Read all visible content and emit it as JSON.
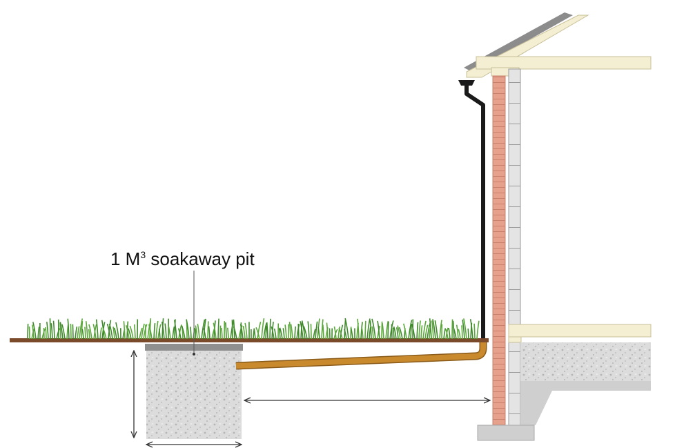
{
  "labels": {
    "pit_prefix": "1 M",
    "pit_exponent": "3",
    "pit_suffix": " soakaway pit"
  },
  "colors": {
    "grass": "#5aa83a",
    "grass_dark": "#3f8a2a",
    "soil_line": "#7a4a2a",
    "gravel": "#dcdcdc",
    "gravel_dots": "#b5b5b5",
    "pit_cap": "#8f8f8f",
    "pipe": "#c98a2e",
    "pipe_edge": "#8a5a18",
    "downpipe": "#1a1a1a",
    "brick": "#e5a18c",
    "brick_mortar": "#c9806c",
    "block": "#e4e4e4",
    "block_edge": "#9a9a9a",
    "timber": "#f4eed2",
    "timber_edge": "#c9c09a",
    "roof_tiles": "#8c8c8c",
    "foundation": "#cfcfcf",
    "dimension_line": "#333333"
  },
  "icons": {
    "arrow": "double-headed-dimension-arrow",
    "grass": "grass-tufts"
  }
}
